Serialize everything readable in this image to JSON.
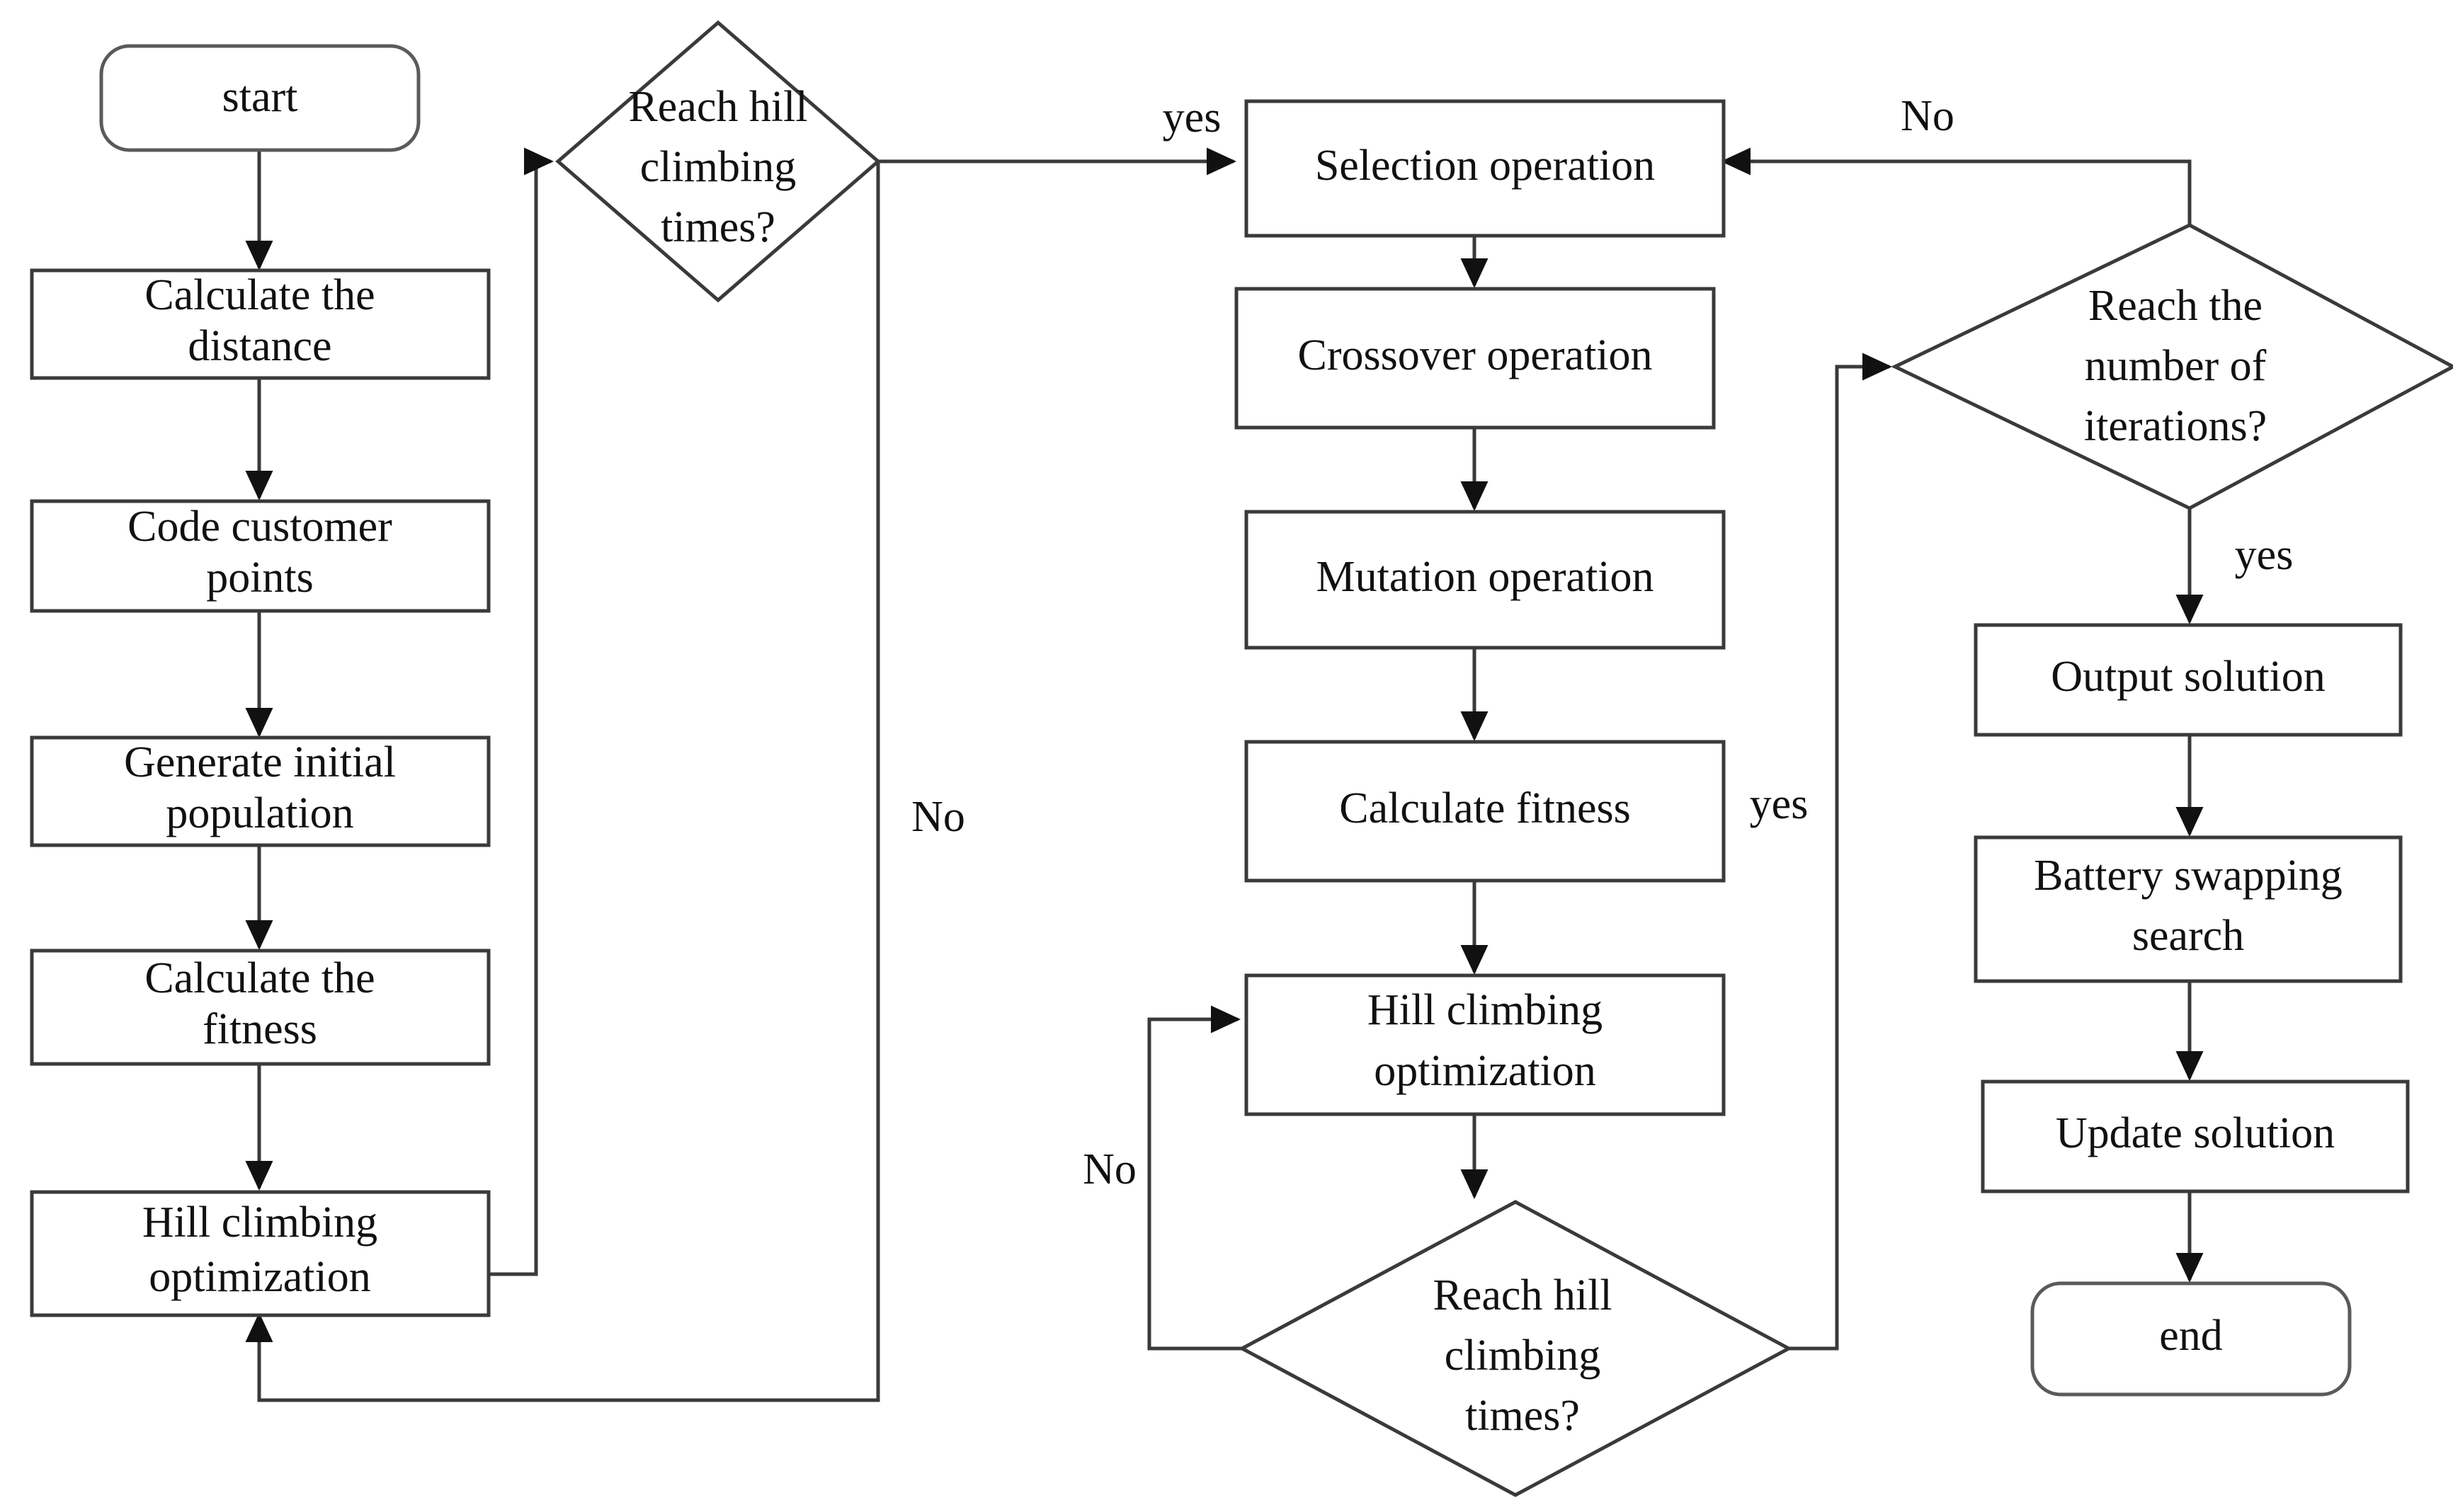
{
  "diagram": {
    "title": "Hybrid genetic algorithm with hill climbing flowchart",
    "colors": {
      "stroke": "#3a3a3a",
      "text": "#111111",
      "background": "#ffffff"
    },
    "nodes": [
      {
        "id": "start",
        "shape": "terminator",
        "lines": [
          "start"
        ]
      },
      {
        "id": "calc_dist",
        "shape": "process",
        "lines": [
          "Calculate  the",
          "distance"
        ]
      },
      {
        "id": "code_cust",
        "shape": "process",
        "lines": [
          "Code customer",
          "points"
        ]
      },
      {
        "id": "gen_pop",
        "shape": "process",
        "lines": [
          "Generate  initial",
          "population"
        ]
      },
      {
        "id": "calc_fit_l",
        "shape": "process",
        "lines": [
          "Calculate  the",
          "fitness"
        ]
      },
      {
        "id": "hill_left",
        "shape": "process",
        "lines": [
          "Hill climbing",
          "optimization"
        ]
      },
      {
        "id": "dec_hill_1",
        "shape": "decision",
        "lines": [
          "Reach hill",
          "climbing",
          "times?"
        ]
      },
      {
        "id": "selection",
        "shape": "process",
        "lines": [
          "Selection operation"
        ]
      },
      {
        "id": "crossover",
        "shape": "process",
        "lines": [
          "Crossover  operation"
        ]
      },
      {
        "id": "mutation",
        "shape": "process",
        "lines": [
          "Mutation operation"
        ]
      },
      {
        "id": "calc_fit_c",
        "shape": "process",
        "lines": [
          "Calculate  fitness"
        ]
      },
      {
        "id": "hill_center",
        "shape": "process",
        "lines": [
          "Hill climbing",
          "optimization"
        ]
      },
      {
        "id": "dec_hill_2",
        "shape": "decision",
        "lines": [
          "Reach hill",
          "climbing",
          "times?"
        ]
      },
      {
        "id": "dec_iter",
        "shape": "decision",
        "lines": [
          "Reach the",
          "number of",
          "iterations?"
        ]
      },
      {
        "id": "output_sol",
        "shape": "process",
        "lines": [
          "Output solution"
        ]
      },
      {
        "id": "battery",
        "shape": "process",
        "lines": [
          "Battery swapping",
          "search"
        ]
      },
      {
        "id": "update_sol",
        "shape": "process",
        "lines": [
          "Update solution"
        ]
      },
      {
        "id": "end",
        "shape": "terminator",
        "lines": [
          "end"
        ]
      }
    ],
    "edge_labels": [
      {
        "id": "lbl_no_left",
        "text": "No"
      },
      {
        "id": "lbl_yes_top",
        "text": "yes"
      },
      {
        "id": "lbl_no_center",
        "text": "No"
      },
      {
        "id": "lbl_yes_right",
        "text": "yes"
      },
      {
        "id": "lbl_no_iter",
        "text": "No"
      },
      {
        "id": "lbl_yes_iter",
        "text": "yes"
      }
    ]
  }
}
